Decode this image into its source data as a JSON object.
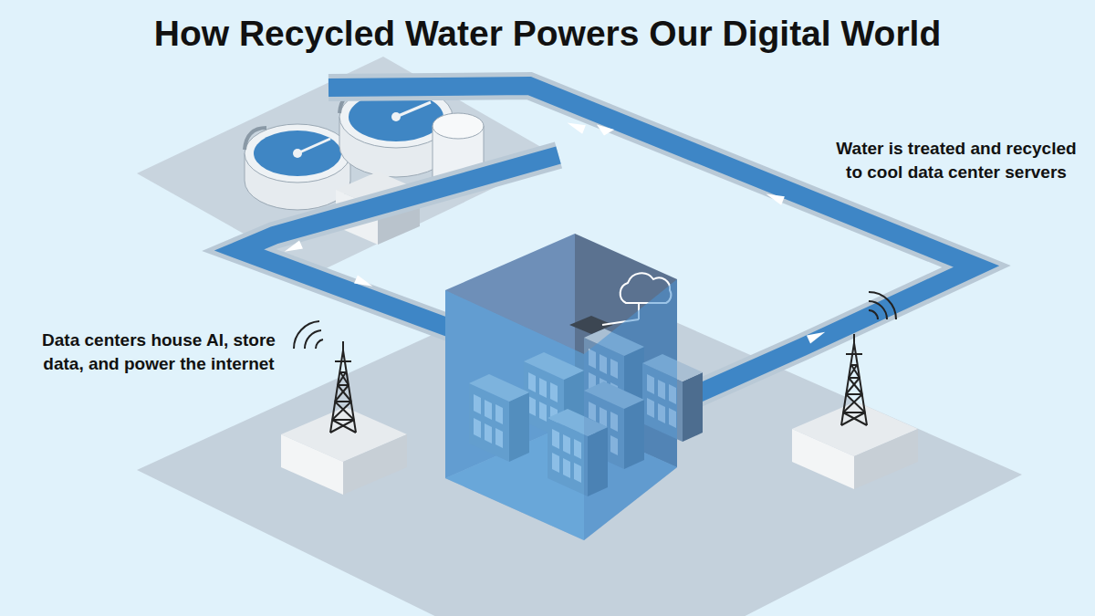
{
  "diagram": {
    "title": "How Recycled Water Powers Our Digital World",
    "labels": [
      "Water is treated and recycled to cool data center servers",
      "Data centers house AI, store data, and power the internet"
    ]
  }
}
